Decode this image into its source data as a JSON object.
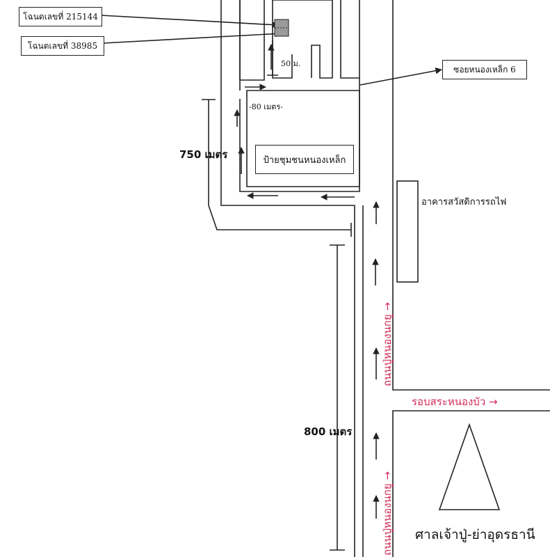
{
  "labels": {
    "deed_1": "โฉนดเลขที่ 215144",
    "deed_2": "โฉนดเลขที่ 38985",
    "soi": "ซอยหนองเหล็ก 6",
    "dist_50": "50 ม.",
    "dist_80": "-80 เมตร-",
    "dist_750": "750 เมตร",
    "dist_800": "800 เมตร",
    "community_sign": "ป้ายชุมชนหนองเหล็ก",
    "railway_building": "อาคารสวัสดิการรถไฟ",
    "road_horizontal": "รอบสระหนองบัว →",
    "road_vertical_upper": "ถนนปู่หนองนกยู →",
    "road_vertical_lower": "ถนนปู่หนองนกยู →",
    "shrine": "ศาลเจ้าปู่-ย่าอุดรธานี"
  },
  "colors": {
    "line": "#222222",
    "handwriting": "#d12a5a",
    "parcel": "#9a9a9a"
  }
}
